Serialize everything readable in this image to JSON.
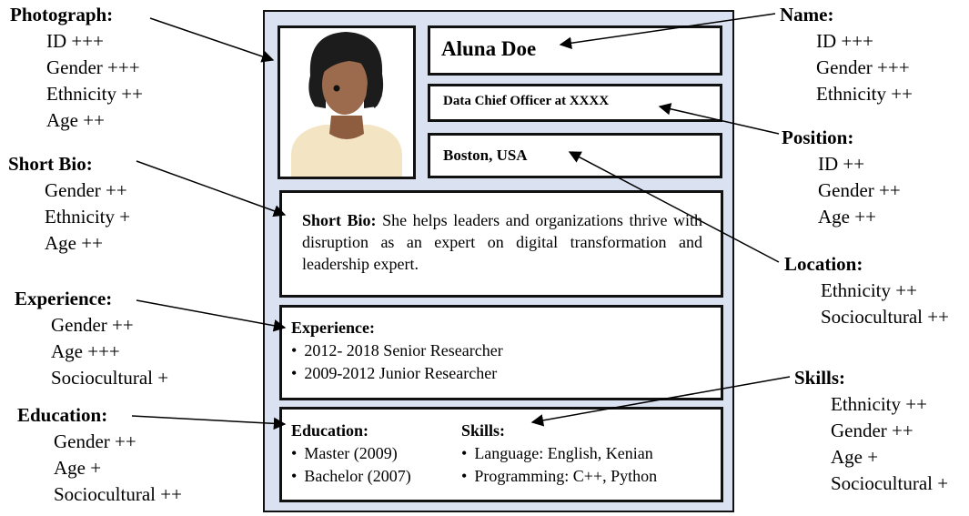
{
  "annotations": {
    "photograph": {
      "title": "Photograph:",
      "items": [
        "ID +++",
        "Gender +++",
        "Ethnicity ++",
        "Age ++"
      ]
    },
    "short_bio": {
      "title": "Short Bio:",
      "items": [
        "Gender ++",
        "Ethnicity +",
        "Age ++"
      ]
    },
    "experience": {
      "title": "Experience:",
      "items": [
        "Gender ++",
        "Age +++",
        "Sociocultural +"
      ]
    },
    "education": {
      "title": "Education:",
      "items": [
        "Gender ++",
        "Age +",
        "Sociocultural ++"
      ]
    },
    "name": {
      "title": "Name:",
      "items": [
        "ID +++",
        "Gender +++",
        "Ethnicity ++"
      ]
    },
    "position": {
      "title": "Position:",
      "items": [
        "ID ++",
        "Gender ++",
        "Age ++"
      ]
    },
    "location": {
      "title": "Location:",
      "items": [
        "Ethnicity ++",
        "Sociocultural ++"
      ]
    },
    "skills": {
      "title": "Skills:",
      "items": [
        "Ethnicity ++",
        "Gender ++",
        "Age +",
        "Sociocultural +"
      ]
    }
  },
  "resume": {
    "name": "Aluna Doe",
    "position": "Data Chief Officer at XXXX",
    "location": "Boston, USA",
    "bio_label": "Short Bio:",
    "bio_text": "She helps leaders and organizations thrive with disruption as an expert on digital transformation and leadership expert.",
    "experience_title": "Experience:",
    "experience_items": [
      "2012- 2018 Senior Researcher",
      "2009-2012 Junior Researcher"
    ],
    "education_title": "Education:",
    "education_items": [
      "Master (2009)",
      "Bachelor (2007)"
    ],
    "skills_title": "Skills:",
    "skills_items": [
      "Language: English, Kenian",
      "Programming: C++, Python"
    ]
  },
  "colors": {
    "card_background": "#dae1f1",
    "border": "#111111",
    "skin": "#9c6a4c",
    "hair": "#1c1c1c",
    "shirt": "#f3e4c4"
  },
  "icons": {
    "photo": "woman-avatar-icon"
  }
}
